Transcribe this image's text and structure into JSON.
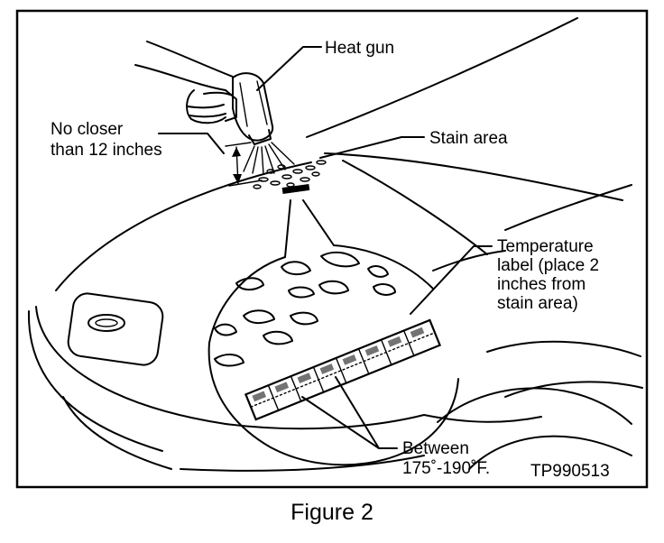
{
  "labels": {
    "heat_gun": "Heat gun",
    "distance_line1": "No closer",
    "distance_line2": "than 12 inches",
    "stain_area": "Stain area",
    "temp_line1": "Temperature",
    "temp_line2": "label (place 2",
    "temp_line3": "inches from",
    "temp_line4": "stain area)",
    "between_line1": "Between",
    "between_line2": "175˚-190˚F."
  },
  "figure_code": "TP990513",
  "caption": "Figure 2"
}
